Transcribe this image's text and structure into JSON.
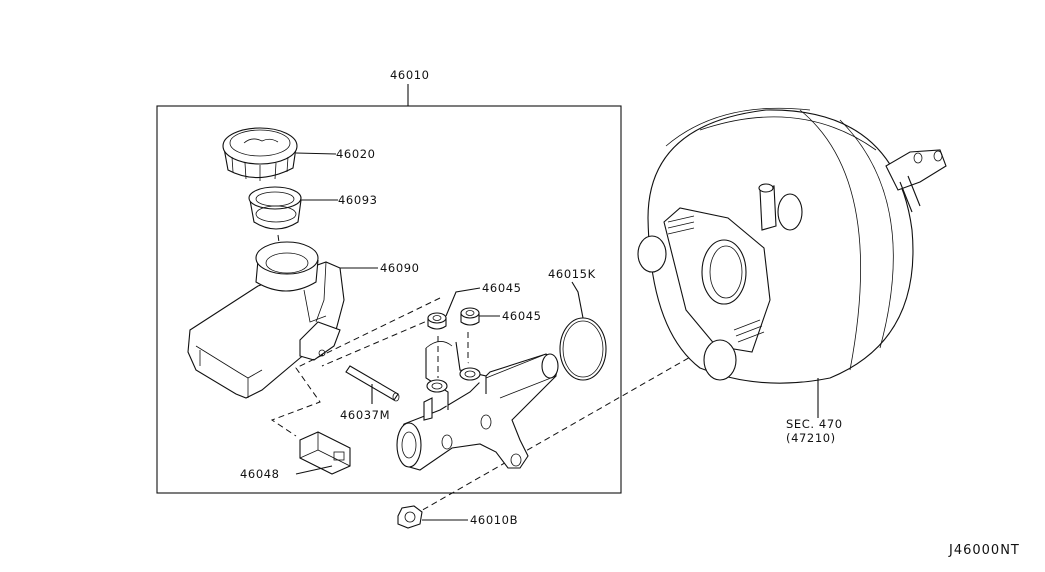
{
  "labels": {
    "assembly": "46010",
    "cap": "46020",
    "seal_ring": "46093",
    "reservoir": "46090",
    "grommet_a": "46045",
    "grommet_b": "46045",
    "oring": "46015K",
    "pin": "46037M",
    "connector": "46048",
    "nut": "46010B",
    "booster_sec": "SEC. 470",
    "booster_ref": "(47210)"
  },
  "diagram_code": "J46000NT"
}
